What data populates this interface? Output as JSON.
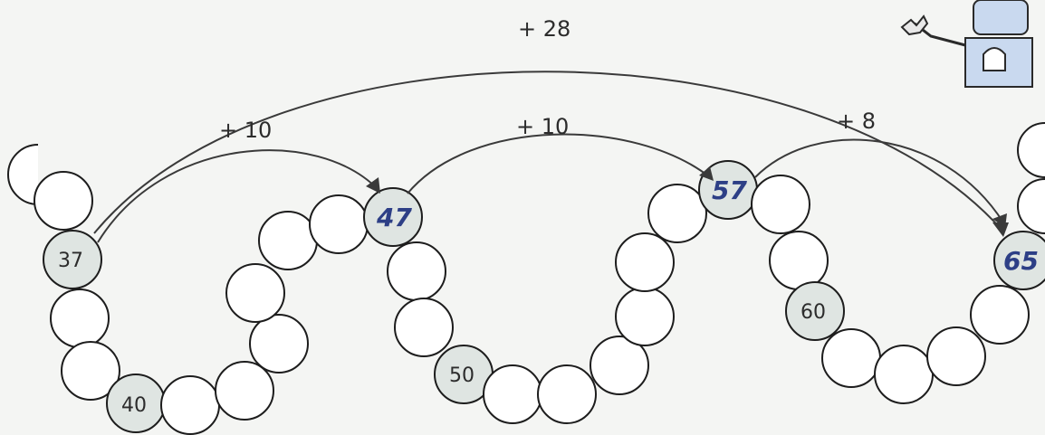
{
  "jumps": {
    "big": "+ 28",
    "first": "+ 10",
    "second": "+ 10",
    "third": "+ 8"
  },
  "printed_numbers": {
    "n37": "37",
    "n40": "40",
    "n50": "50",
    "n60": "60"
  },
  "handwritten_answers": {
    "n47": "47",
    "n57": "57",
    "n65": "65"
  },
  "colors": {
    "ink": "#1d1d1d",
    "answer_ink": "#2d3f86",
    "shaded_ring": "#dfe5e2"
  },
  "icons": [
    "robot-mascot-icon"
  ]
}
